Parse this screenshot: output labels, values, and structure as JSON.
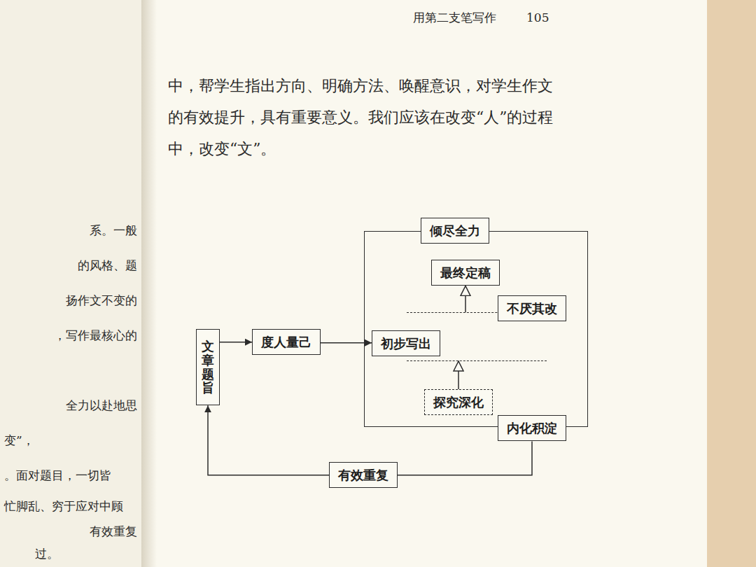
{
  "diagram": {
    "nodes": [
      {
        "text": [
          "文章题旨"
        ]
      },
      {
        "text": [
          "度人量己"
        ]
      },
      {
        "text": [
          "倾尽全力"
        ]
      },
      {
        "text": [
          "最终定稿"
        ],
        "in": 2
      },
      {
        "text": [],
        "in": 2
      },
      {
        "text": [
          "初步写出"
        ],
        "in": 4
      },
      {
        "text": [
          "不厌其改"
        ],
        "in": 4
      },
      {
        "text": [
          "探究深化"
        ],
        "in": 2
      },
      {
        "text": [
          "内化积淀"
        ],
        "in": 2
      },
      {
        "text": [
          "有效重复"
        ]
      }
    ],
    "edges": [
      {
        "from": 0,
        "to": 1,
        "arrow": "to"
      },
      {
        "from": 1,
        "to": 5,
        "arrow": "to"
      },
      {
        "from": 7,
        "to": 4,
        "arrow": "to"
      },
      {
        "from": 4,
        "to": 3,
        "arrow": "to"
      },
      {
        "from": 8,
        "to": 9,
        "arrow": "none"
      },
      {
        "from": 9,
        "to": 0,
        "arrow": "to"
      }
    ],
    "labels": [
      "用第二支笔写作",
      "105",
      "中，帮学生指出方向、明确方法、唤醒意识，对学生作文的有效提升，具有重要意义。我们应该在改变“人”的过程中，改变“文”。",
      "系。一般",
      "的风格、题",
      "扬作文不变的",
      "，写作最核心的",
      "全力以赴地思",
      "变”，",
      "。面对题目，一切皆",
      "忙脚乱、穷于应对中顾",
      "有效重复",
      "过。"
    ]
  }
}
